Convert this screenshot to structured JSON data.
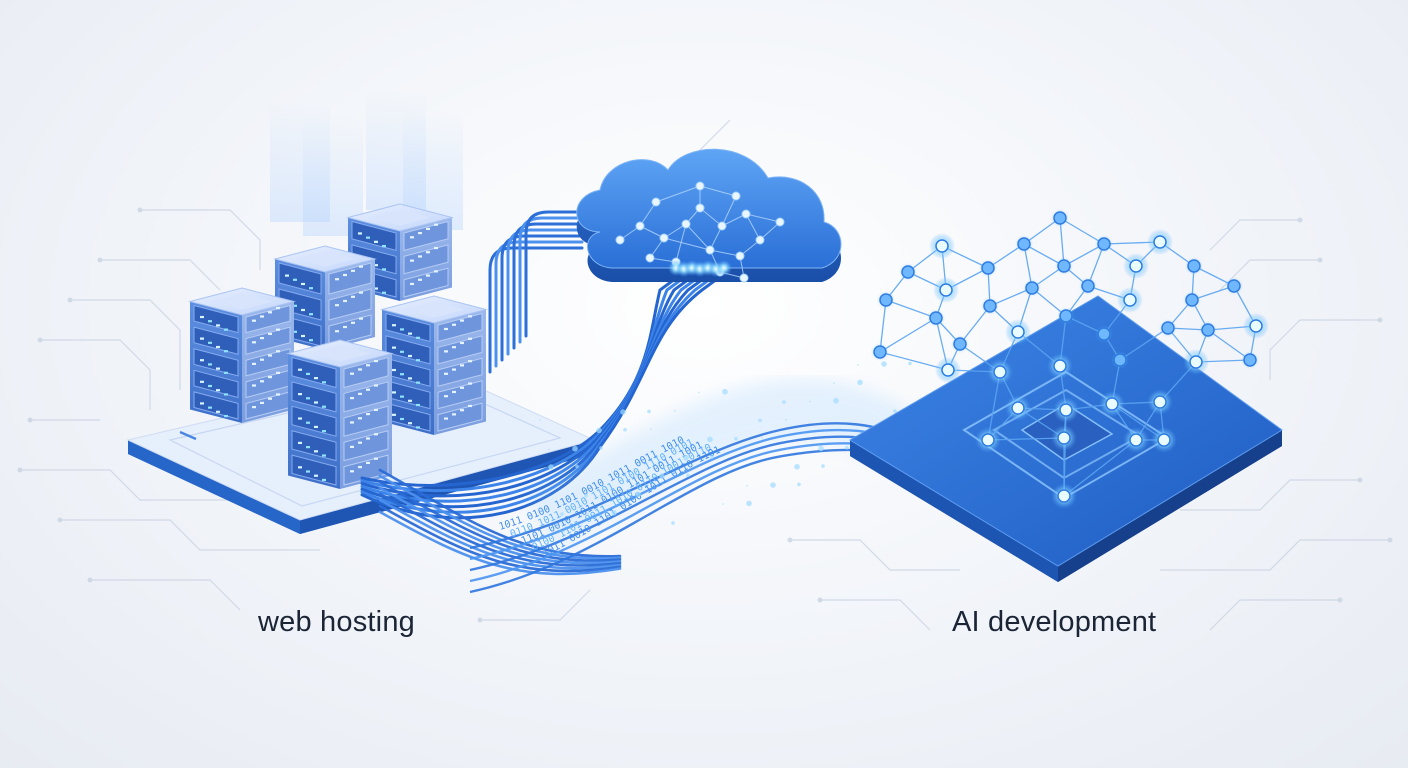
{
  "labels": {
    "left": "web hosting",
    "right": "AI development"
  },
  "data_stream": {
    "binary_rows": [
      "1011 0100 1101 0010 1011 0011 1010",
      "0110 1011 0010 1101 0100 1110 0101",
      "1101 0010 1011 0100 1101 0011 1001",
      "0100 1101 0011 1010 0110 1001 0110",
      "1011 0010 1101 0100 1011 0110 1101"
    ]
  },
  "colors": {
    "accent": "#2f7de0",
    "accent_dark": "#1f5fc0",
    "glow": "#7fd4ff",
    "platform_top": "#dfeafb",
    "text": "#1b2536"
  },
  "icons": {
    "servers": "server-rack-icon",
    "cloud": "cloud-network-icon",
    "ai": "neural-network-chip-icon"
  }
}
